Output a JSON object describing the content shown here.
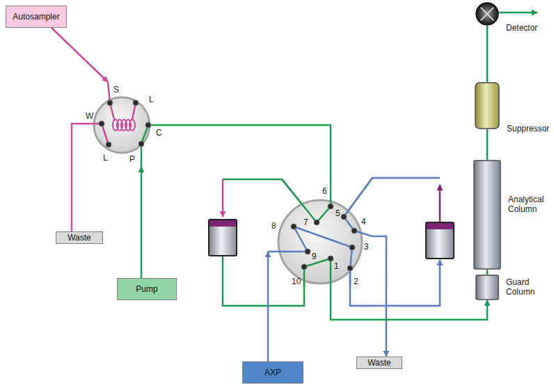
{
  "diagram": {
    "nodes": [
      {
        "text": [
          "Autosampler"
        ]
      },
      {
        "text": [
          "S",
          "L",
          "W",
          "L",
          "C",
          "P"
        ]
      },
      {
        "text": [
          "Waste"
        ]
      },
      {
        "text": [
          "Pump"
        ]
      },
      {
        "text": [
          "1",
          "2",
          "3",
          "4",
          "5",
          "6",
          "7",
          "8",
          "9",
          "10"
        ]
      },
      {
        "text": [
          "AXP"
        ]
      },
      {
        "text": [
          "Waste"
        ]
      },
      {
        "text": [
          "Detector"
        ]
      },
      {
        "text": [
          "Suppressor"
        ]
      },
      {
        "text": [
          "Analytical Column"
        ]
      },
      {
        "text": [
          "Guard Column"
        ]
      }
    ],
    "edges": [
      {
        "from": 0,
        "to": 1,
        "arrow": "to"
      },
      {
        "from": 1,
        "to": 2,
        "arrow": "none"
      },
      {
        "from": 3,
        "to": 1,
        "arrow": "to"
      },
      {
        "from": 1,
        "to": 4,
        "arrow": "none"
      },
      {
        "from": 5,
        "to": 4,
        "arrow": "to"
      },
      {
        "from": 4,
        "to": 6,
        "arrow": "to"
      },
      {
        "from": 4,
        "to": 10,
        "arrow": "to"
      },
      {
        "from": 10,
        "to": 9,
        "arrow": "none"
      },
      {
        "from": 9,
        "to": 8,
        "arrow": "none"
      },
      {
        "from": 8,
        "to": 7,
        "arrow": "none"
      }
    ]
  }
}
